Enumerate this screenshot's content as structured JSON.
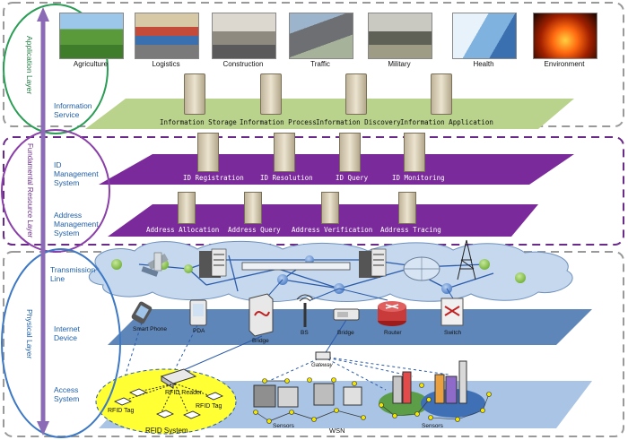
{
  "layers": {
    "application": "Application Layer",
    "fundamental": "Fundamental Resource Layer",
    "physical": "Physical Layer"
  },
  "sections": {
    "information_service": "Information Service",
    "id_management": "ID Management System",
    "address_management": "Address Management System",
    "transmission_line": "Transmission Line",
    "internet_device": "Internet Device",
    "access_system": "Access System"
  },
  "applications": [
    "Agriculture",
    "Logistics",
    "Construction",
    "Traffic",
    "Military",
    "Health",
    "Environment"
  ],
  "information_servers": [
    "Information Storage",
    "Information Process",
    "Information Discovery",
    "Information Application"
  ],
  "id_servers": [
    "ID Registration",
    "ID Resolution",
    "ID Query",
    "ID Monitoring"
  ],
  "address_servers": [
    "Address Allocation",
    "Address Query",
    "Address Verification",
    "Address Tracing"
  ],
  "internet_devices": {
    "smart_phone": "Smart Phone",
    "pda": "PDA",
    "bridge1": "Bridge",
    "bs": "BS",
    "bridge2": "Bridge",
    "router": "Router",
    "switch": "Switch"
  },
  "access": {
    "gateway": "Gateway",
    "rfid_reader": "RFID Reader",
    "rfid_tag_left": "RFID Tag",
    "rfid_tag_right": "RFID Tag",
    "rfid_system": "RFID System",
    "sensors_left": "Sensors",
    "wsn": "WSN",
    "sensors_right": "Sensors"
  },
  "colors": {
    "green_plane": "#b9d38d",
    "purple_plane": "#7a2a9a",
    "blue_plane": "#5f86b8",
    "cloud": "#c5d8ee",
    "rfid_zone": "#ffff33",
    "arrow": "#8b6bb5",
    "app_ellipse": "#2a9d55",
    "fund_ellipse": "#8a3fa8",
    "phys_ellipse": "#3d78c4"
  }
}
